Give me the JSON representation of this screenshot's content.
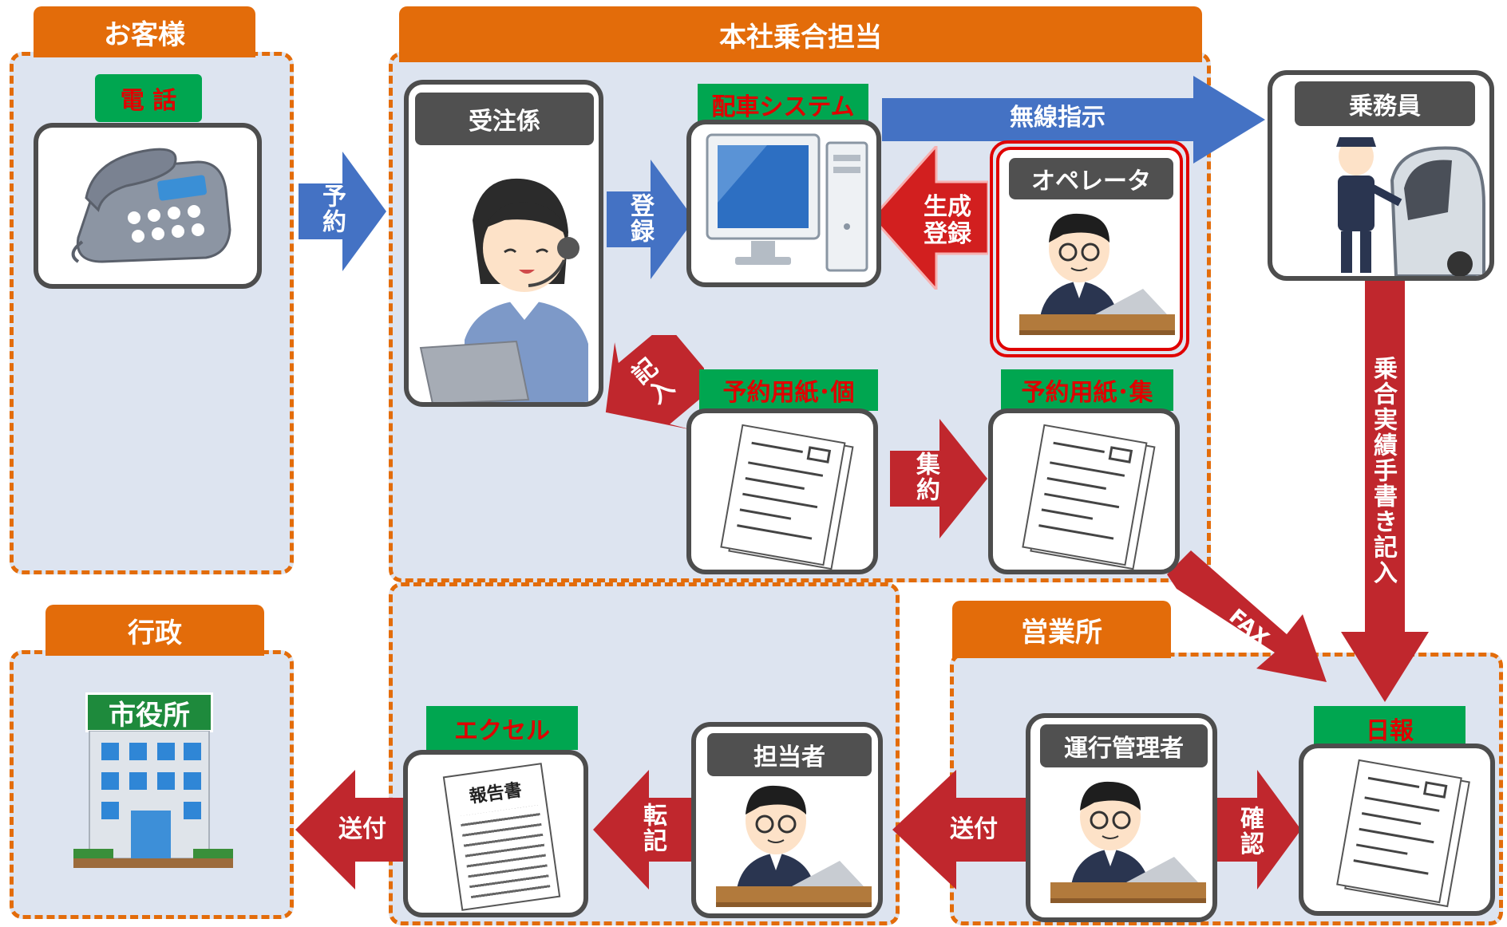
{
  "zones": {
    "customer": "お客様",
    "head_office": "本社乗合担当",
    "government": "行政",
    "sales_office": "営業所"
  },
  "labels": {
    "phone": "電 話",
    "receptionist": "受注係",
    "dispatch_system": "配車システム",
    "operator": "オペレータ",
    "crew": "乗務員",
    "form_individual": "予約用紙･個",
    "form_collected": "予約用紙･集",
    "excel": "エクセル",
    "person_in_charge": "担当者",
    "operations_manager": "運行管理者",
    "daily_report": "日報",
    "city_hall_sign": "市役所",
    "report_doc": "報告書"
  },
  "arrows": {
    "reserve": "予約",
    "register": "登録",
    "radio_instruction": "無線指示",
    "generate_register": "生成\n登録",
    "write_entry": "記入",
    "aggregate": "集約",
    "fax": "FAX",
    "handwritten_entry": "乗合実績手書き記入",
    "send_to_gov": "送付",
    "transcribe": "転記",
    "send_from_office": "送付",
    "confirm": "確認"
  },
  "colors": {
    "zone_border": "#e36c0a",
    "zone_fill": "#dde4f0",
    "blue_arrow": "#4472c4",
    "red_arrow": "#c0272d",
    "green_label": "#00a650"
  }
}
